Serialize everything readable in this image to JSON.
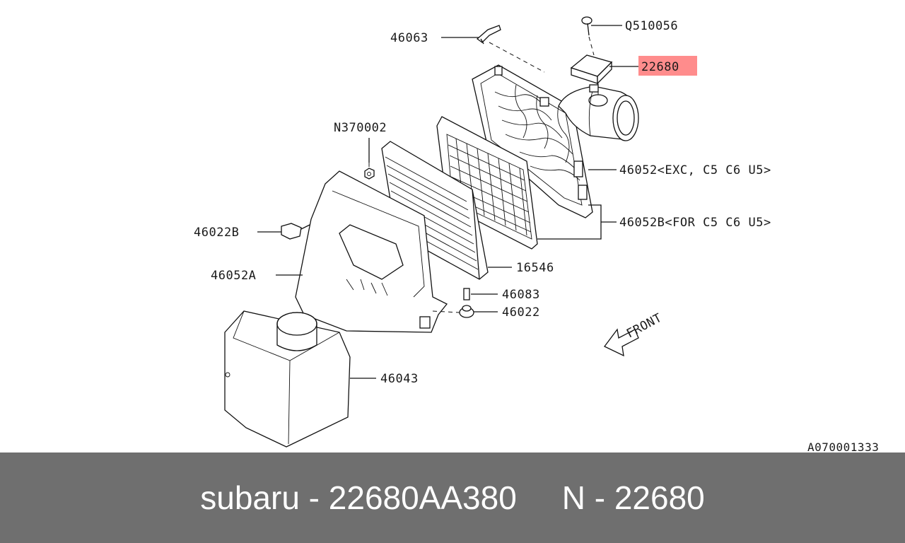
{
  "diagram": {
    "part_labels": {
      "p46063": "46063",
      "q510056": "Q510056",
      "p22680": "22680",
      "n370002": "N370002",
      "p46052": "46052<EXC, C5 C6 U5>",
      "p46052b": "46052B<FOR C5 C6 U5>",
      "p46022b": "46022B",
      "p46052a": "46052A",
      "p16546": "16546",
      "p46083": "46083",
      "p46022": "46022",
      "p46043": "46043"
    },
    "front_label": "FRONT",
    "diagram_code": "A070001333",
    "highlight_color": "#ff8c8c"
  },
  "caption": {
    "left": "subaru - 22680AA380",
    "right": "N - 22680",
    "background": "#6f6f6f",
    "color": "#ffffff"
  }
}
